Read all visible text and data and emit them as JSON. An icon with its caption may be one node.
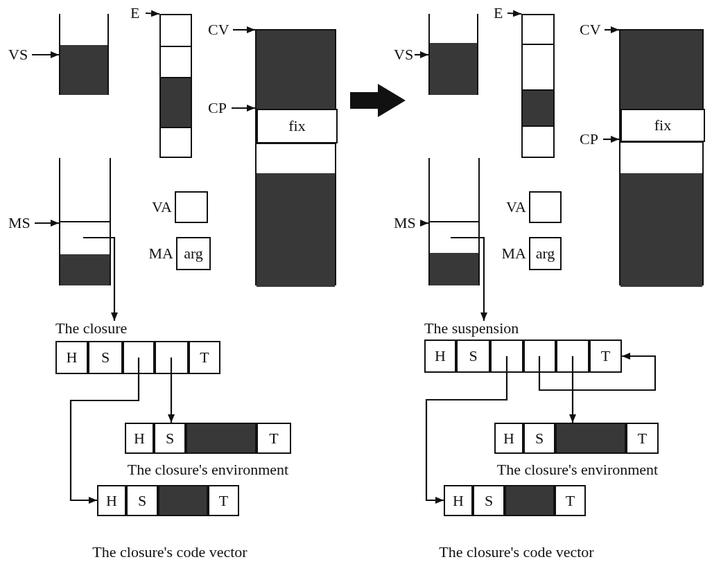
{
  "diagram": {
    "nodes": [
      {
        "text": [
          "VS"
        ]
      },
      {
        "text": [],
        "shape": "box"
      },
      {
        "text": [
          "E"
        ]
      },
      {
        "text": [],
        "shape": "box"
      },
      {
        "text": [
          "CV"
        ]
      },
      {
        "text": [],
        "shape": "box"
      },
      {
        "text": [
          "fix"
        ],
        "in": 5
      },
      {
        "text": [
          "CP"
        ]
      },
      {
        "text": [
          "MS"
        ]
      },
      {
        "text": [],
        "shape": "box"
      },
      {
        "text": [],
        "shape": "box",
        "beside": [
          "VA"
        ]
      },
      {
        "text": [
          "arg"
        ],
        "beside": [
          "MA"
        ]
      },
      {
        "text": [
          "The closure"
        ]
      },
      {
        "text": [
          "H"
        ],
        "in": 12
      },
      {
        "text": [
          "S"
        ],
        "in": 12
      },
      {
        "text": [],
        "shape": "box",
        "in": 12
      },
      {
        "text": [],
        "shape": "box",
        "in": 12
      },
      {
        "text": [
          "T"
        ],
        "in": 12
      },
      {
        "text": [
          "The closure's environment"
        ]
      },
      {
        "text": [
          "H"
        ],
        "in": 18
      },
      {
        "text": [
          "S"
        ],
        "in": 18
      },
      {
        "text": [],
        "shape": "box",
        "in": 18
      },
      {
        "text": [
          "T"
        ],
        "in": 18
      },
      {
        "text": [
          "The closure's code vector"
        ]
      },
      {
        "text": [
          "H"
        ],
        "in": 23
      },
      {
        "text": [
          "S"
        ],
        "in": 23
      },
      {
        "text": [],
        "shape": "box",
        "in": 23
      },
      {
        "text": [
          "T"
        ],
        "in": 23
      },
      {
        "text": [
          "VS"
        ]
      },
      {
        "text": [],
        "shape": "box"
      },
      {
        "text": [
          "E"
        ]
      },
      {
        "text": [],
        "shape": "box"
      },
      {
        "text": [
          "CV"
        ]
      },
      {
        "text": [],
        "shape": "box"
      },
      {
        "text": [
          "fix"
        ],
        "in": 33
      },
      {
        "text": [
          "CP"
        ]
      },
      {
        "text": [
          "MS"
        ]
      },
      {
        "text": [],
        "shape": "box"
      },
      {
        "text": [],
        "shape": "box",
        "beside": [
          "VA"
        ]
      },
      {
        "text": [
          "arg"
        ],
        "beside": [
          "MA"
        ]
      },
      {
        "text": [
          "The suspension"
        ]
      },
      {
        "text": [
          "H"
        ],
        "in": 40
      },
      {
        "text": [
          "S"
        ],
        "in": 40
      },
      {
        "text": [],
        "shape": "box",
        "in": 40
      },
      {
        "text": [],
        "shape": "box",
        "in": 40
      },
      {
        "text": [],
        "shape": "box",
        "in": 40
      },
      {
        "text": [
          "T"
        ],
        "in": 40
      },
      {
        "text": [
          "The closure's environment"
        ]
      },
      {
        "text": [
          "H"
        ],
        "in": 47
      },
      {
        "text": [
          "S"
        ],
        "in": 47
      },
      {
        "text": [],
        "shape": "box",
        "in": 47
      },
      {
        "text": [
          "T"
        ],
        "in": 47
      },
      {
        "text": [
          "The closure's code vector"
        ]
      },
      {
        "text": [
          "H"
        ],
        "in": 52
      },
      {
        "text": [
          "S"
        ],
        "in": 52
      },
      {
        "text": [],
        "shape": "box",
        "in": 52
      },
      {
        "text": [
          "T"
        ],
        "in": 52
      }
    ],
    "edges": [
      {
        "from": 0,
        "to": 1,
        "arrow": "to"
      },
      {
        "from": 2,
        "to": 3,
        "arrow": "to"
      },
      {
        "from": 4,
        "to": 5,
        "arrow": "to"
      },
      {
        "from": 7,
        "to": 5,
        "arrow": "to"
      },
      {
        "from": 8,
        "to": 9,
        "arrow": "to"
      },
      {
        "from": 9,
        "to": 12,
        "arrow": "to"
      },
      {
        "from": 15,
        "to": 23,
        "arrow": "to"
      },
      {
        "from": 16,
        "to": 18,
        "arrow": "to"
      },
      {
        "from": 28,
        "to": 29,
        "arrow": "to"
      },
      {
        "from": 30,
        "to": 31,
        "arrow": "to"
      },
      {
        "from": 32,
        "to": 33,
        "arrow": "to"
      },
      {
        "from": 35,
        "to": 33,
        "arrow": "to"
      },
      {
        "from": 36,
        "to": 37,
        "arrow": "to"
      },
      {
        "from": 37,
        "to": 40,
        "arrow": "to"
      },
      {
        "from": 43,
        "to": 52,
        "arrow": "to"
      },
      {
        "from": 44,
        "to": 46,
        "arrow": "to"
      },
      {
        "from": 45,
        "to": 47,
        "arrow": "to"
      }
    ]
  }
}
